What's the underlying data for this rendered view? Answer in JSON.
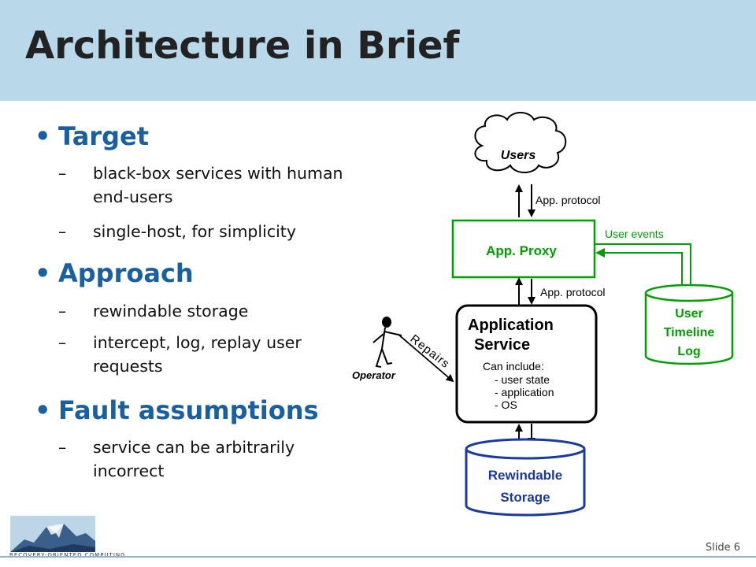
{
  "title": "Architecture in Brief",
  "bullets": [
    {
      "heading": "Target",
      "items": [
        "black-box services with human end-users",
        "single-host, for simplicity"
      ]
    },
    {
      "heading": "Approach",
      "items": [
        "rewindable storage",
        "intercept, log, replay user requests"
      ]
    },
    {
      "heading": "Fault assumptions",
      "items": [
        "service can be arbitrarily incorrect"
      ]
    }
  ],
  "diagram": {
    "users": "Users",
    "app_protocol_top": "App. protocol",
    "app_proxy": "App. Proxy",
    "user_events": "User events",
    "app_protocol_bottom": "App. protocol",
    "user_log_line1": "User",
    "user_log_line2": "Timeline",
    "user_log_line3": "Log",
    "service_line1": "Application",
    "service_line2": "Service",
    "can_include": "Can include:",
    "include_1": "- user state",
    "include_2": "- application",
    "include_3": "- OS",
    "repairs": "Repairs",
    "operator": "Operator",
    "storage_line1": "Rewindable",
    "storage_line2": "Storage"
  },
  "footer": {
    "slide_number": "Slide 6",
    "logo_text": "RECOVERY-ORIENTED COMPUTING"
  },
  "colors": {
    "title_bar": "#b9d8ea",
    "heading": "#1a5fa0",
    "green": "#00a000",
    "blue": "#1a3aa0"
  }
}
